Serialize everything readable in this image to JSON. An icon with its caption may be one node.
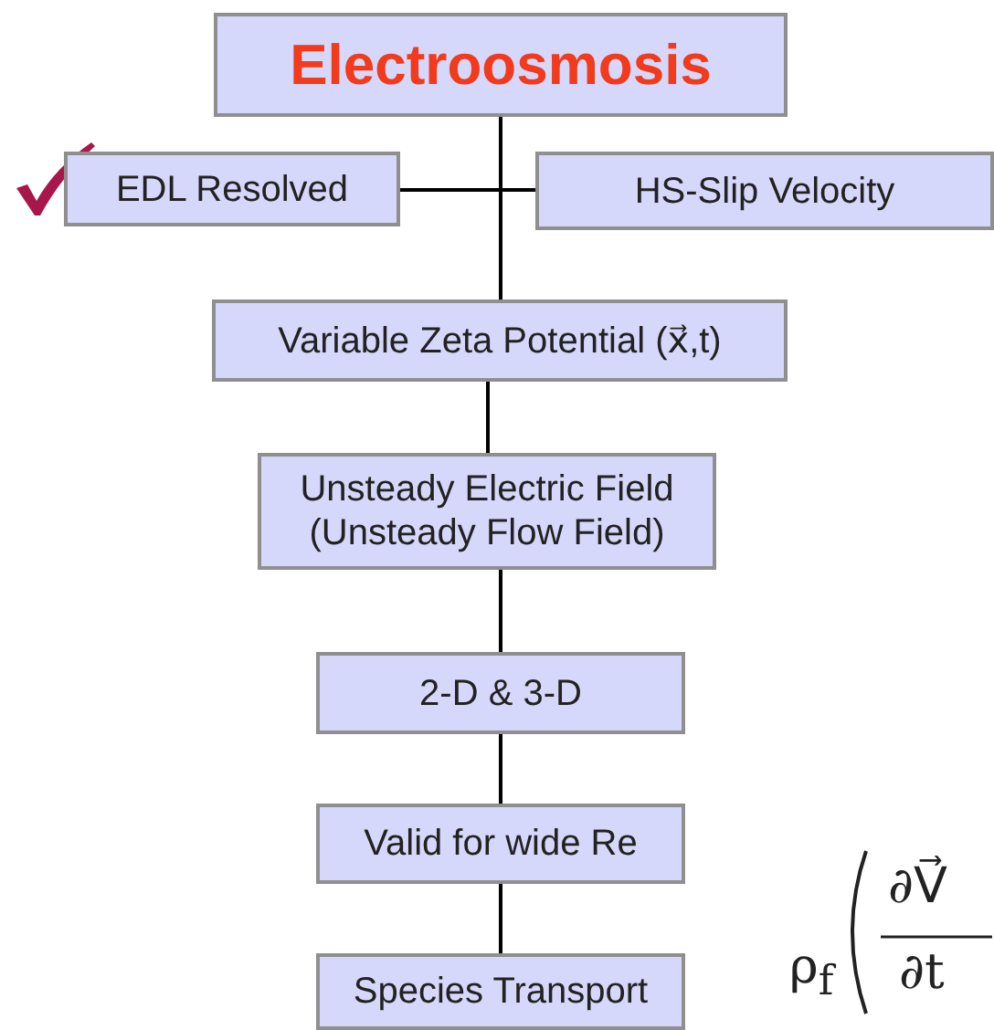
{
  "diagram": {
    "nodes": [
      {
        "text": [
          "Electroosmosis"
        ]
      },
      {
        "text": [
          "EDL Resolved"
        ]
      },
      {
        "text": [
          "HS-Slip Velocity"
        ]
      },
      {
        "text": [
          "Variable Zeta Potential (x⃗,t)"
        ]
      },
      {
        "text": [
          "Unsteady Electric Field (Unsteady Flow Field)"
        ]
      },
      {
        "text": [
          "2-D & 3-D"
        ]
      },
      {
        "text": [
          "Valid for wide Re"
        ]
      },
      {
        "text": [
          "Species Transport"
        ]
      }
    ],
    "edges": [
      {
        "from": 1,
        "to": 2,
        "arrow": "none"
      },
      {
        "from": 0,
        "to": 3,
        "arrow": "none"
      },
      {
        "from": 3,
        "to": 4,
        "arrow": "none"
      },
      {
        "from": 4,
        "to": 5,
        "arrow": "none"
      },
      {
        "from": 5,
        "to": 6,
        "arrow": "none"
      },
      {
        "from": 6,
        "to": 7,
        "arrow": "none"
      }
    ],
    "labels": [
      "ρ$_{f}$",
      "∂V⃗",
      "∂t"
    ]
  }
}
